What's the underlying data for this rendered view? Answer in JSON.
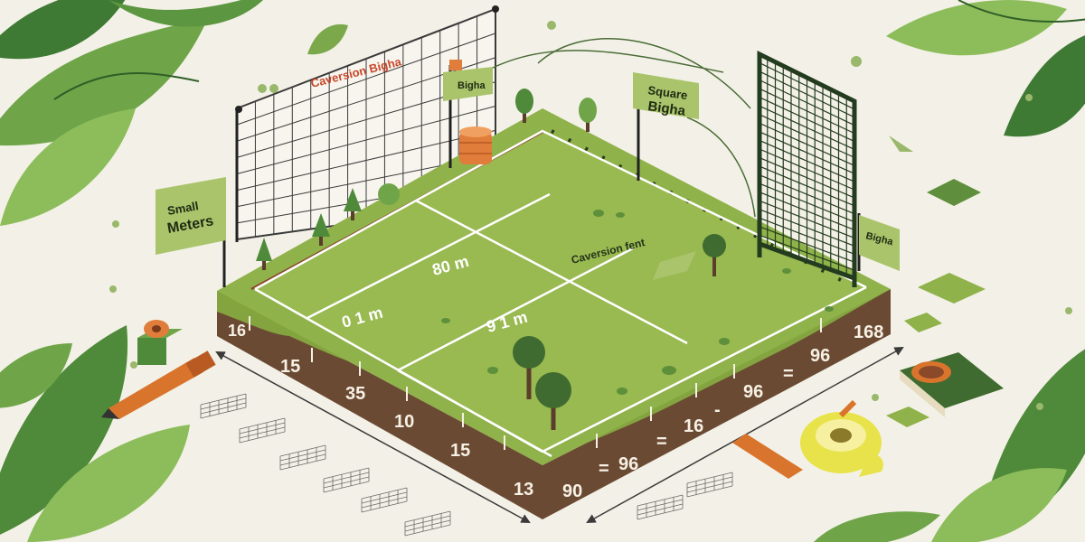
{
  "illustration": {
    "colors": {
      "background": "#f3f1e7",
      "grass": "#8fb24a",
      "grass_light": "#a3c15a",
      "soil": "#6b4a33",
      "leaf_dark": "#3f7a35",
      "leaf_light": "#8dbd5a",
      "sign": "#a9c46a",
      "tape": "#e8e34a",
      "pencil": "#d9742c"
    },
    "signs": {
      "left": [
        "Small",
        "Meters"
      ],
      "top_center": "Bigha",
      "top_right": [
        "Square",
        "Bigha"
      ],
      "right": "Bigha"
    },
    "board_title": "Caversion Bigha",
    "field_labels": {
      "top": "80 m",
      "left": "0 1 m",
      "middle": "9 1 m",
      "diagonal": "Caversion fent"
    },
    "left_edge_numbers": [
      "16",
      "15",
      "35",
      "10",
      "15",
      "13"
    ],
    "right_edge_numbers": [
      "90",
      "=",
      "96",
      "=",
      "16",
      "-",
      "96",
      "=",
      "96",
      "168"
    ]
  }
}
